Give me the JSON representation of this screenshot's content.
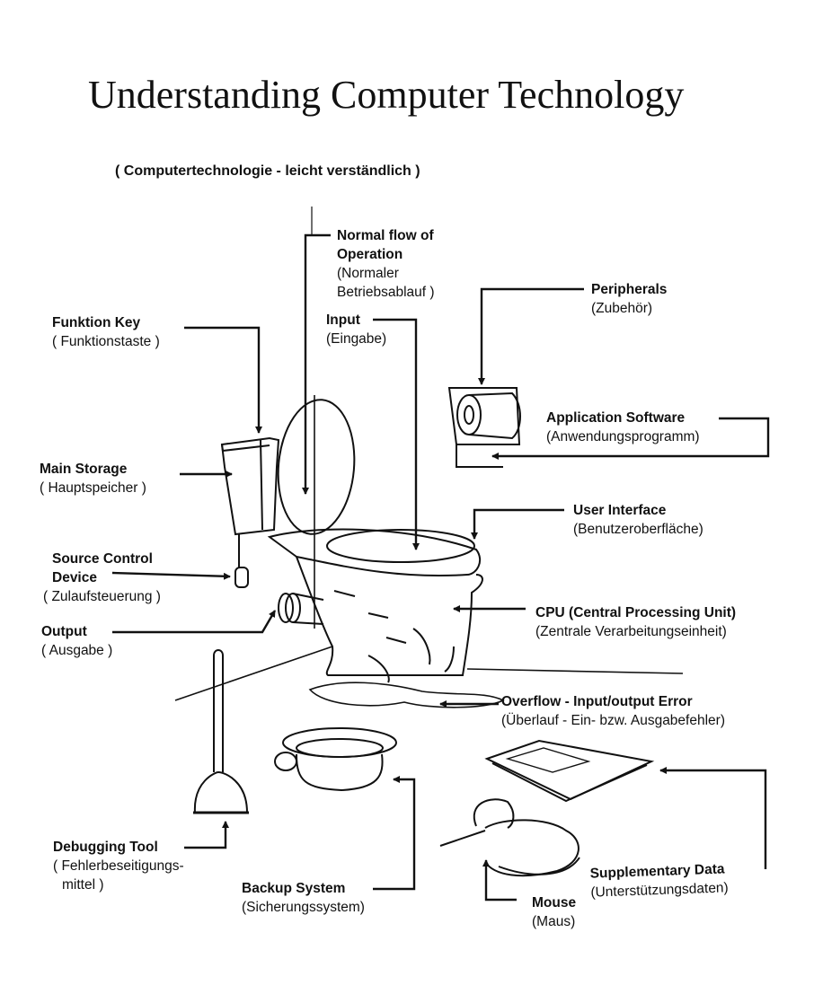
{
  "title": "Understanding Computer Technology",
  "subtitle": "( Computertechnologie - leicht verständlich )",
  "labels": {
    "normal_flow": {
      "en_1": "Normal flow of",
      "en_2": "Operation",
      "de_1": "(Normaler",
      "de_2": "Betriebsablauf )"
    },
    "input": {
      "en": "Input",
      "de": "(Eingabe)"
    },
    "peripherals": {
      "en": "Peripherals",
      "de": "(Zubehör)"
    },
    "funktion_key": {
      "en": "Funktion Key",
      "de": "( Funktionstaste )"
    },
    "application_software": {
      "en": "Application Software",
      "de": "(Anwendungsprogramm)"
    },
    "main_storage": {
      "en": "Main Storage",
      "de": "( Hauptspeicher )"
    },
    "user_interface": {
      "en": "User Interface",
      "de": "(Benutzeroberfläche)"
    },
    "source_control": {
      "en_1": "Source Control",
      "en_2": "Device",
      "de": "( Zulaufsteuerung )"
    },
    "output": {
      "en": "Output",
      "de": "( Ausgabe )"
    },
    "cpu": {
      "en": "CPU (Central Processing Unit)",
      "de": "(Zentrale Verarbeitungseinheit)"
    },
    "overflow": {
      "en": "Overflow - Input/output Error",
      "de": "(Überlauf - Ein- bzw. Ausgabefehler)"
    },
    "debugging_tool": {
      "en": "Debugging Tool",
      "de_1": "( Fehlerbeseitigungs-",
      "de_2": "mittel )"
    },
    "backup_system": {
      "en": "Backup System",
      "de": "(Sicherungssystem)"
    },
    "supplementary_data": {
      "en": "Supplementary Data",
      "de": "(Unterstützungsdaten)"
    },
    "mouse": {
      "en": "Mouse",
      "de": "(Maus)"
    }
  }
}
